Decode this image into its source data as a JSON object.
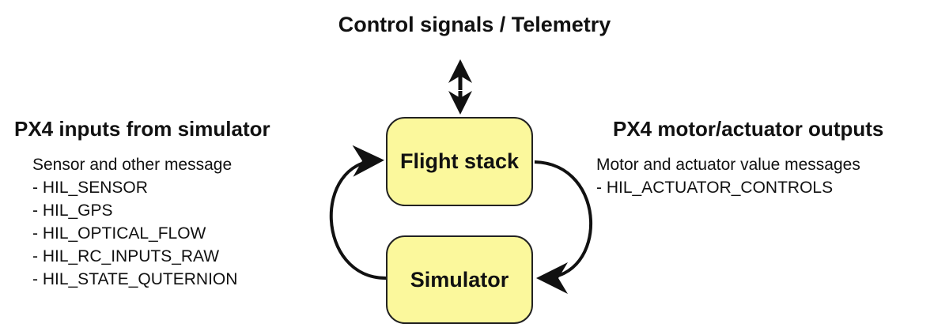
{
  "top_label": "Control signals / Telemetry",
  "left": {
    "heading": "PX4 inputs from simulator",
    "subheading": "Sensor and other message",
    "items": [
      "- HIL_SENSOR",
      "- HIL_GPS",
      "- HIL_OPTICAL_FLOW",
      "- HIL_RC_INPUTS_RAW",
      "- HIL_STATE_QUTERNION"
    ]
  },
  "right": {
    "heading": "PX4 motor/actuator outputs",
    "subheading": "Motor and actuator value messages",
    "items": [
      "- HIL_ACTUATOR_CONTROLS"
    ]
  },
  "boxes": {
    "flight_stack": "Flight stack",
    "simulator": "Simulator"
  },
  "colors": {
    "box_fill": "#fbf89c",
    "stroke": "#111111"
  }
}
